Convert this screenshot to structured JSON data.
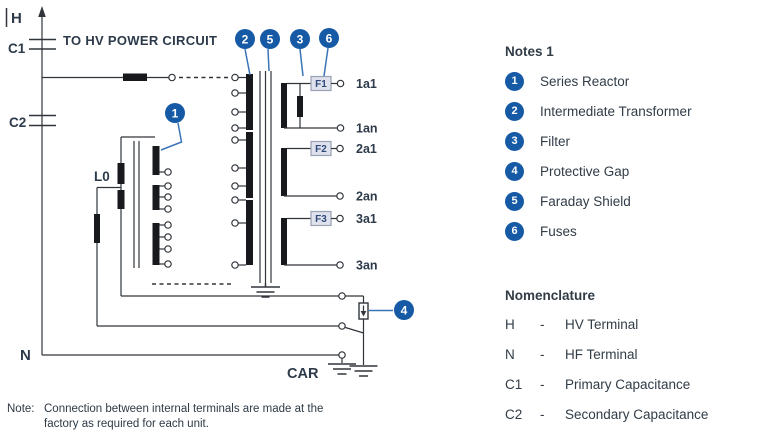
{
  "diagram": {
    "h": "H",
    "c1": "C1",
    "c2": "C2",
    "n": "N",
    "l0": "L0",
    "to_hv": "TO HV POWER CIRCUIT",
    "car": "CAR",
    "fuses": [
      "F1",
      "F2",
      "F3"
    ],
    "terminals": [
      "1a1",
      "1an",
      "2a1",
      "2an",
      "3a1",
      "3an"
    ],
    "callouts": [
      "1",
      "2",
      "3",
      "4",
      "5",
      "6"
    ]
  },
  "notes_panel": {
    "heading": "Notes 1",
    "items": [
      {
        "num": "1",
        "label": "Series Reactor"
      },
      {
        "num": "2",
        "label": "Intermediate Transformer"
      },
      {
        "num": "3",
        "label": "Filter"
      },
      {
        "num": "4",
        "label": "Protective Gap"
      },
      {
        "num": "5",
        "label": "Faraday Shield"
      },
      {
        "num": "6",
        "label": "Fuses"
      }
    ]
  },
  "nomenclature": {
    "heading": "Nomenclature",
    "separator": "-",
    "rows": [
      {
        "abbr": "H",
        "term": "HV Terminal"
      },
      {
        "abbr": "N",
        "term": "HF Terminal"
      },
      {
        "abbr": "C1",
        "term": "Primary Capacitance"
      },
      {
        "abbr": "C2",
        "term": "Secondary Capacitance"
      }
    ]
  },
  "footnote": {
    "prefix": "Note:",
    "line1": "Connection between internal terminals are made at the",
    "line2": "factory as required for each unit."
  },
  "colors": {
    "accent_blue": "#1659a5",
    "leader_blue": "#3a74b8",
    "line": "#30353b",
    "text": "#313c47",
    "fuse_fill": "#dfe2ec"
  }
}
